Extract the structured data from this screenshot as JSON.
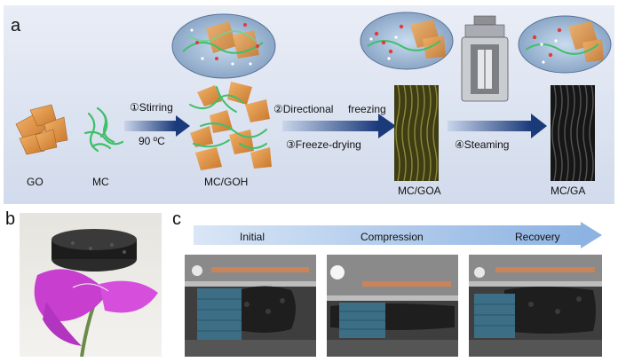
{
  "panel_a": {
    "letter": "a",
    "materials": {
      "go": "GO",
      "mc": "MC",
      "mc_goh": "MC/GOH",
      "mc_goa": "MC/GOA",
      "mc_ga": "MC/GA"
    },
    "steps": {
      "stirring": "①Stirring",
      "temperature": "90 ºC",
      "directional_freezing_1": "②Directional",
      "directional_freezing_2": "freezing",
      "freeze_drying": "③Freeze-drying",
      "steaming": "④Steaming"
    }
  },
  "panel_b": {
    "letter": "b"
  },
  "panel_c": {
    "letter": "c",
    "stages": [
      "Initial",
      "Compression",
      "Recovery"
    ]
  },
  "colors": {
    "panel_bg": "#dfe5f1",
    "arrow": "#1a3a7a",
    "go_sheet": "#e29a4a",
    "mc_fiber": "#3fbf6a",
    "aerogel_goa": "#4a4a1e",
    "aerogel_ga": "#1e1e1e",
    "flower": "#c83fd0",
    "timeline_arrow": "#9fc0e6"
  }
}
